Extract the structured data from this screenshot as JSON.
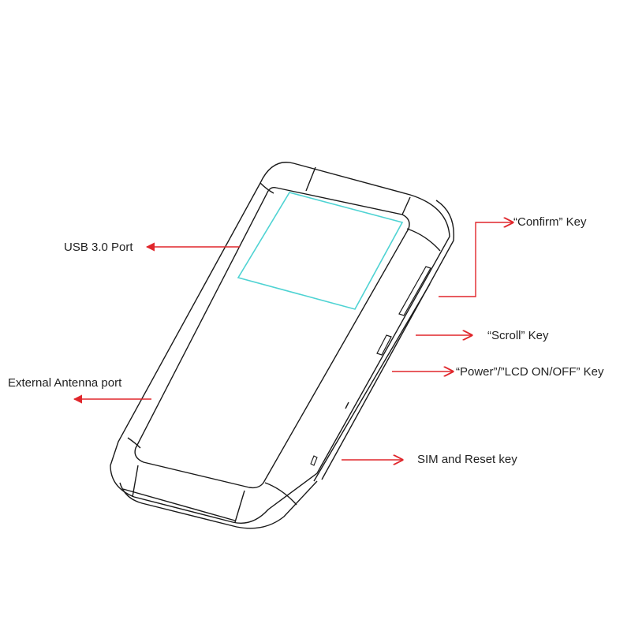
{
  "diagram": {
    "subject": "Mobile hotspot device outline drawing",
    "colors": {
      "outline": "#1a1a1a",
      "screen": "#4fd3d3",
      "arrow": "#e0262b",
      "background": "#ffffff"
    },
    "callouts": [
      {
        "id": "usb",
        "label": "USB 3.0 Port"
      },
      {
        "id": "antenna",
        "label": "External Antenna port"
      },
      {
        "id": "confirm",
        "label": "“Confirm” Key"
      },
      {
        "id": "scroll",
        "label": "“Scroll” Key"
      },
      {
        "id": "power",
        "label": "“Power”/”LCD ON/OFF” Key"
      },
      {
        "id": "sim",
        "label": "SIM and Reset key"
      }
    ]
  }
}
